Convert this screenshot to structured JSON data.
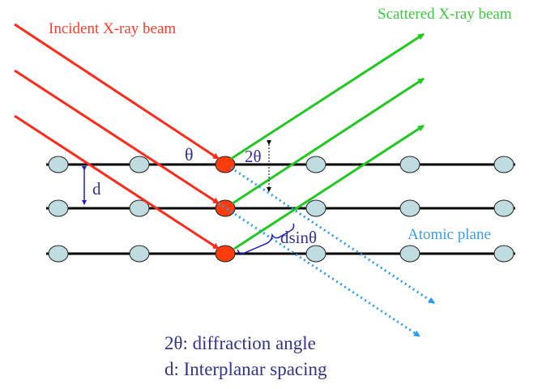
{
  "labels": {
    "incident": "Incident X-ray beam",
    "scattered": "Scattered X-ray beam",
    "atomic_plane": "Atomic plane",
    "theta": "θ",
    "two_theta": "2θ",
    "d": "d",
    "dsin": "dsinθ",
    "legend_1": "2θ: diffraction angle",
    "legend_2": "d: Interplanar spacing"
  },
  "colors": {
    "incident": "#ff2a1a",
    "scattered": "#22c822",
    "atom": "#bfdde0",
    "scatter_atom": "#ff3d0c",
    "dotted": "#2a9bf0",
    "label_dark": "#33338a",
    "atomic_plane": "#3a9cf2"
  }
}
